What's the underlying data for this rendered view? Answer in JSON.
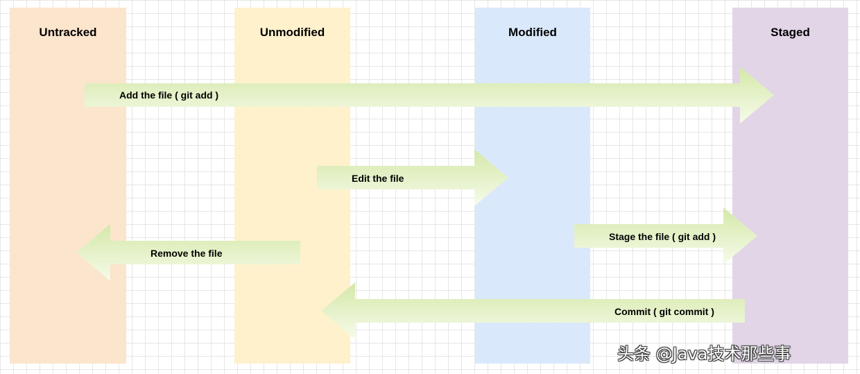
{
  "lanes": {
    "untracked": {
      "label": "Untracked",
      "color": "#fce5cd"
    },
    "unmodified": {
      "label": "Unmodified",
      "color": "#fff1cc"
    },
    "modified": {
      "label": "Modified",
      "color": "#dae8fc"
    },
    "staged": {
      "label": "Staged",
      "color": "#e1d5e7"
    }
  },
  "arrows": {
    "add": {
      "label": "Add the file ( git add )",
      "from": "Untracked",
      "to": "Staged"
    },
    "edit": {
      "label": "Edit the file",
      "from": "Unmodified",
      "to": "Modified"
    },
    "stage": {
      "label": "Stage the file ( git add )",
      "from": "Modified",
      "to": "Staged"
    },
    "remove": {
      "label": "Remove the file",
      "from": "Unmodified",
      "to": "Untracked"
    },
    "commit": {
      "label": "Commit ( git commit )",
      "from": "Staged",
      "to": "Unmodified"
    }
  },
  "arrow_colors": {
    "light": "#f6fbea",
    "dark": "#d4e8a8"
  },
  "watermark": {
    "text": "头条 @Java技术那些事"
  }
}
